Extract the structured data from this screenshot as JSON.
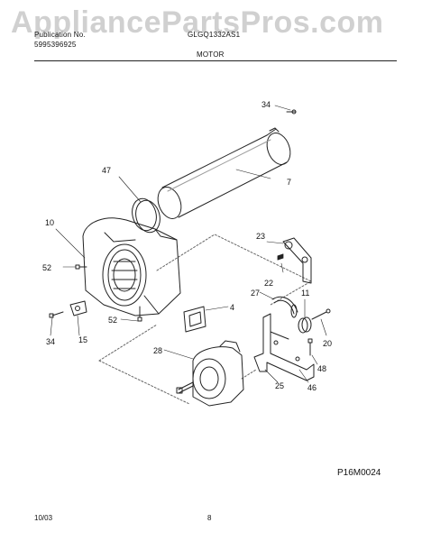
{
  "header": {
    "watermark": "AppliancePartsPros.com",
    "publication_label": "Publication No.",
    "publication_number": "5995396925",
    "model": "GLGQ1332AS1",
    "section_title": "MOTOR"
  },
  "callouts": [
    {
      "id": "34a",
      "text": "34"
    },
    {
      "id": "7",
      "text": "7"
    },
    {
      "id": "47",
      "text": "47"
    },
    {
      "id": "10",
      "text": "10"
    },
    {
      "id": "23",
      "text": "23"
    },
    {
      "id": "52a",
      "text": "52"
    },
    {
      "id": "22",
      "text": "22"
    },
    {
      "id": "27",
      "text": "27"
    },
    {
      "id": "11",
      "text": "11"
    },
    {
      "id": "4",
      "text": "4"
    },
    {
      "id": "52b",
      "text": "52"
    },
    {
      "id": "34b",
      "text": "34"
    },
    {
      "id": "15",
      "text": "15"
    },
    {
      "id": "20",
      "text": "20"
    },
    {
      "id": "28",
      "text": "28"
    },
    {
      "id": "48",
      "text": "48"
    },
    {
      "id": "25",
      "text": "25"
    },
    {
      "id": "46",
      "text": "46"
    }
  ],
  "diagram_code": "P16M0024",
  "footer": {
    "date": "10/03",
    "page": "8"
  }
}
